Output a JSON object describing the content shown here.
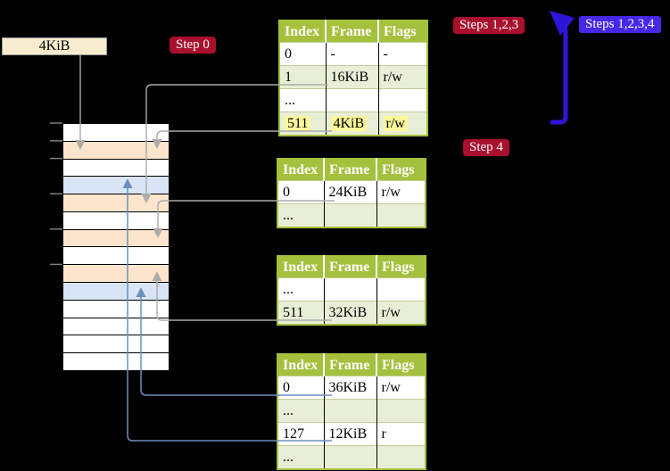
{
  "labels": {
    "page_size_label": "4KiB",
    "step0": "Step 0",
    "steps_123": "Steps 1,2,3",
    "steps_1234": "Steps 1,2,3,4",
    "step4": "Step 4"
  },
  "colors": {
    "header_green": "#A3C13D",
    "row_green": "#E9EFD6",
    "row_peach": "#FCE5CC",
    "row_blue": "#D9E5F5",
    "highlight_yellow": "#FAF89B",
    "badge_red": "#A8102D",
    "badge_violet": "#4629E8",
    "arrow_gray": "#ABABAB",
    "arrow_blue": "#6C8EBF",
    "big_arrow_blue": "#2D15D8",
    "label_cream": "#F7EDCE"
  },
  "page_tables": [
    {
      "name": "table-level-1",
      "headers": [
        "Index",
        "Frame",
        "Flags"
      ],
      "rows": [
        [
          "0",
          "-",
          "-"
        ],
        [
          "1",
          "16KiB",
          "r/w"
        ],
        [
          "...",
          "",
          ""
        ],
        [
          "511",
          "4KiB",
          "r/w"
        ]
      ],
      "highlight_row": 3
    },
    {
      "name": "table-level-2",
      "headers": [
        "Index",
        "Frame",
        "Flags"
      ],
      "rows": [
        [
          "0",
          "24KiB",
          "r/w"
        ],
        [
          "...",
          "",
          ""
        ]
      ],
      "highlight_row": -1
    },
    {
      "name": "table-level-3",
      "headers": [
        "Index",
        "Frame",
        "Flags"
      ],
      "rows": [
        [
          "...",
          "",
          ""
        ],
        [
          "511",
          "32KiB",
          "r/w"
        ]
      ],
      "highlight_row": -1
    },
    {
      "name": "table-level-4",
      "headers": [
        "Index",
        "Frame",
        "Flags"
      ],
      "rows": [
        [
          "0",
          "36KiB",
          "r/w"
        ],
        [
          "...",
          "",
          ""
        ],
        [
          "127",
          "12KiB",
          "r"
        ],
        [
          "...",
          "",
          ""
        ]
      ],
      "highlight_row": -1
    }
  ],
  "memory_rows": [
    "white",
    "peach",
    "white",
    "blue",
    "peach",
    "white",
    "peach",
    "white",
    "peach",
    "blue",
    "white",
    "white",
    "white",
    "white"
  ]
}
